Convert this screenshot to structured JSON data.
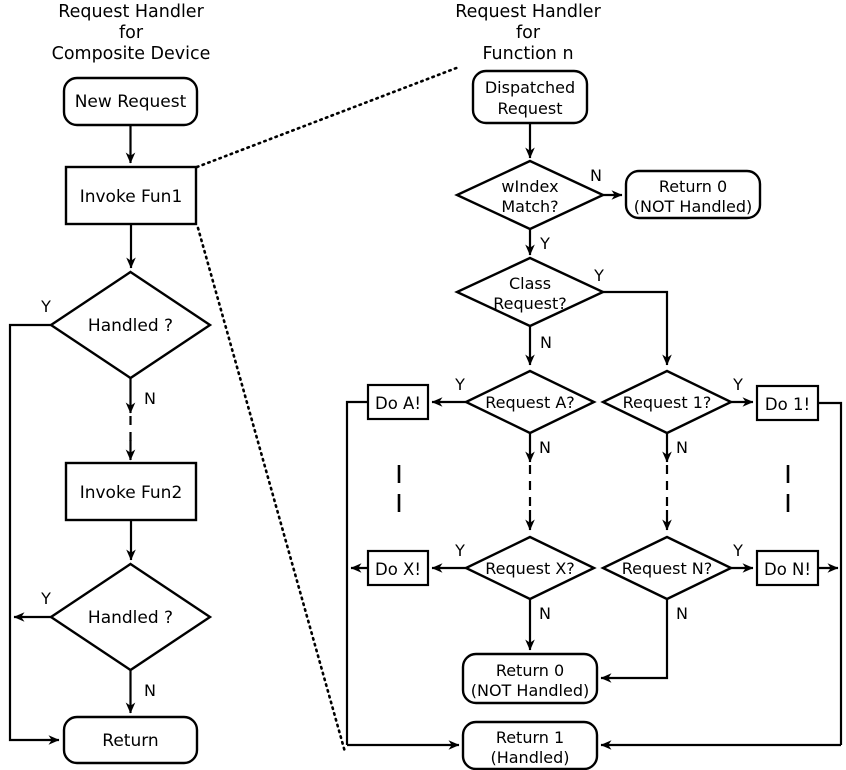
{
  "diagram": {
    "title_left": [
      "Request Handler",
      "for",
      "Composite Device"
    ],
    "title_right": [
      "Request Handler",
      "for",
      "Function n"
    ],
    "left_panel": {
      "new_request": "New Request",
      "invoke_fun1": "Invoke Fun1",
      "handled_1": "Handled ?",
      "invoke_fun2": "Invoke Fun2",
      "handled_2": "Handled ?",
      "return": "Return",
      "labels": {
        "handled1_yes": "Y",
        "handled1_no": "N",
        "handled2_yes": "Y",
        "handled2_no": "N"
      }
    },
    "right_panel": {
      "dispatched_request": [
        "Dispatched",
        "Request"
      ],
      "windex_match": [
        "wIndex",
        "Match?"
      ],
      "return0_top": [
        "Return 0",
        "(NOT Handled)"
      ],
      "class_request": [
        "Class",
        "Request?"
      ],
      "request_a": "Request A?",
      "request_1": "Request 1?",
      "request_x": "Request X?",
      "request_n": "Request N?",
      "do_a": "Do A!",
      "do_1": "Do 1!",
      "do_x": "Do X!",
      "do_n": "Do N!",
      "return0_bottom": [
        "Return 0",
        "(NOT Handled)"
      ],
      "return1_bottom": [
        "Return 1",
        "(Handled)"
      ],
      "labels": {
        "windex_no": "N",
        "windex_yes": "Y",
        "class_yes": "Y",
        "class_no": "N",
        "req_a_yes": "Y",
        "req_a_no": "N",
        "req_1_yes": "Y",
        "req_1_no": "N",
        "req_x_yes": "Y",
        "req_x_no": "N",
        "req_n_yes": "Y",
        "req_n_no": "N"
      }
    },
    "colors": {
      "stroke": "#000000",
      "fill": "#ffffff",
      "background": "#ffffff"
    }
  }
}
